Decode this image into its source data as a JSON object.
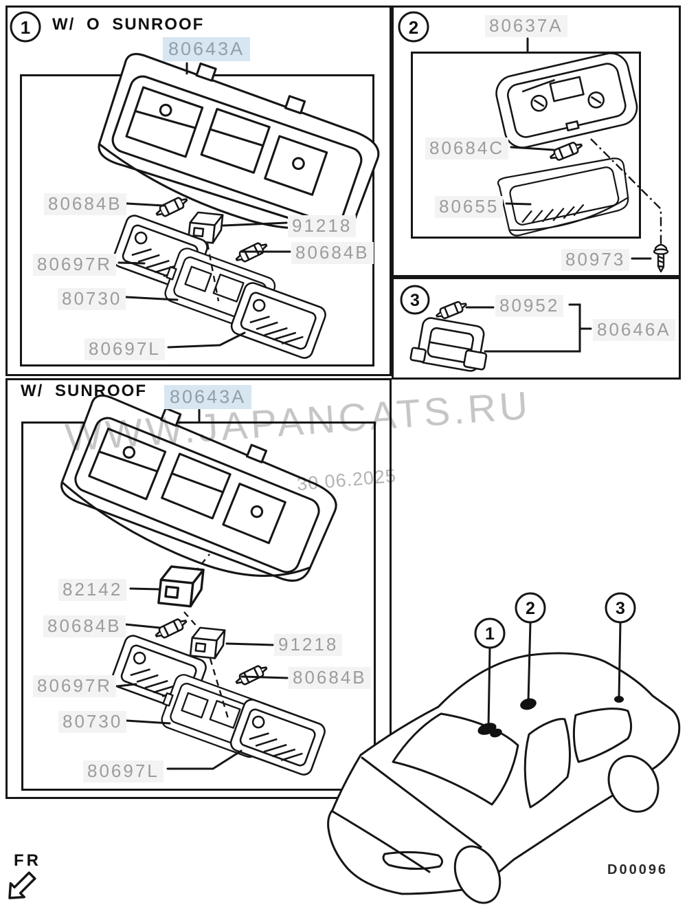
{
  "watermark": {
    "site": "WWW.JAPANCATS.RU",
    "date": "30.06.2025"
  },
  "footer": {
    "fr_label": "FR",
    "diagram_code": "D00096"
  },
  "colors": {
    "line": "#161616",
    "part_label_text": "#9c9c9c",
    "part_label_bg": "#f3f3f3",
    "highlight_bg": "#d7e6f1",
    "highlight_text": "#8fa0ac"
  },
  "sections": {
    "one": {
      "number": "1",
      "title": "W/ O SUNROOF",
      "assembly": "80643A",
      "labels": {
        "bulb_left": "80684B",
        "switch": "91218",
        "bulb_right": "80684B",
        "lens_right": "80697R",
        "housing": "80730",
        "lens_left": "80697L"
      }
    },
    "two": {
      "number": "2",
      "assembly": "80637A",
      "labels": {
        "bulb": "80684C",
        "lens": "80655",
        "screw": "80973"
      }
    },
    "three": {
      "number": "3",
      "labels": {
        "bulb": "80952",
        "lamp": "80646A"
      }
    },
    "four": {
      "title": "W/ SUNROOF",
      "assembly": "80643A",
      "labels": {
        "switch_sunroof": "82142",
        "bulb_left": "80684B",
        "switch": "91218",
        "lens_right": "80697R",
        "bulb_right": "80684B",
        "housing": "80730",
        "lens_left": "80697L"
      }
    }
  },
  "car": {
    "callouts": {
      "c1": "1",
      "c2": "2",
      "c3": "3"
    }
  }
}
